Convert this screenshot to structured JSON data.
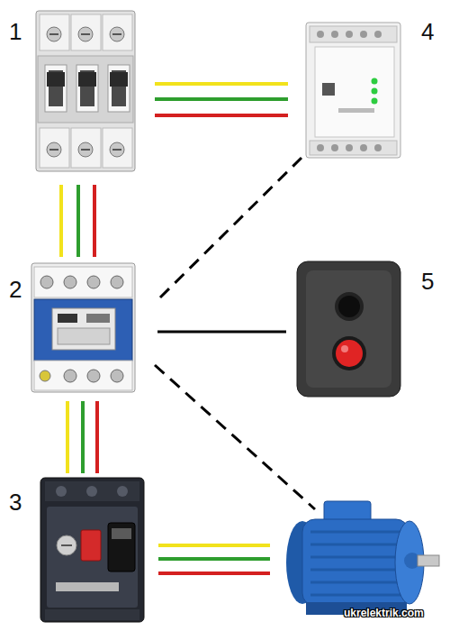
{
  "diagram": {
    "nodes": [
      {
        "text": [
          "1"
        ]
      },
      {
        "text": [
          "2"
        ]
      },
      {
        "text": [
          "3"
        ]
      },
      {
        "text": [
          "4"
        ]
      },
      {
        "text": [
          "5"
        ]
      }
    ],
    "edges": [
      {
        "from": 0,
        "to": 3,
        "arrow": "none"
      },
      {
        "from": 0,
        "to": 1,
        "arrow": "none"
      },
      {
        "from": 1,
        "to": 2,
        "arrow": "none"
      },
      {
        "from": 1,
        "to": 3,
        "arrow": "none"
      },
      {
        "from": 1,
        "to": 4,
        "arrow": "none"
      }
    ],
    "labels": [
      "ukrelektrik.com"
    ]
  }
}
